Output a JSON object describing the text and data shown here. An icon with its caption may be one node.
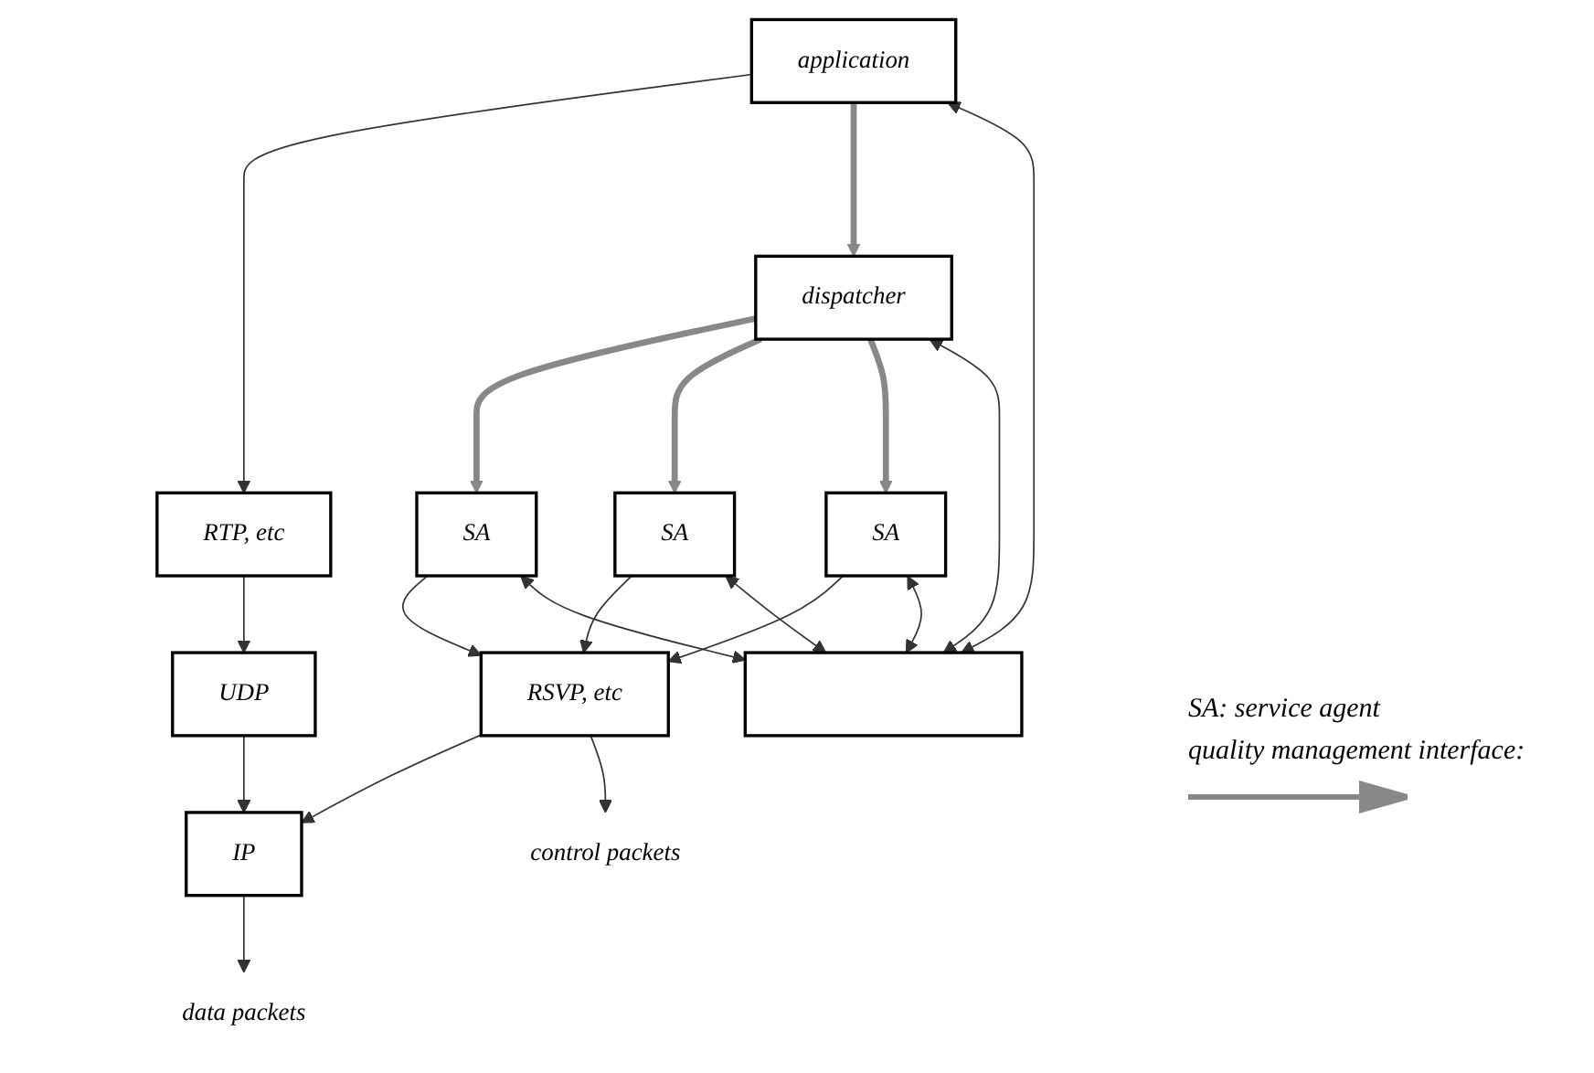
{
  "diagram": {
    "nodes": [
      {
        "text": [
          "application"
        ]
      },
      {
        "text": [
          "RTP, etc"
        ]
      },
      {
        "text": [
          "UDP"
        ]
      },
      {
        "text": [
          "IP"
        ]
      },
      {
        "text": [
          "dispatcher"
        ]
      },
      {
        "text": [
          "SA"
        ]
      },
      {
        "text": [
          "SA"
        ]
      },
      {
        "text": [
          "SA"
        ]
      },
      {
        "text": [
          "RSVP, etc"
        ]
      },
      {
        "text": [],
        "shape": "bar"
      },
      {
        "text": [
          "data packets"
        ]
      },
      {
        "text": [
          "control packets"
        ]
      }
    ],
    "edges": [
      {
        "from": 0,
        "to": 1,
        "arrow": "to"
      },
      {
        "from": 1,
        "to": 2,
        "arrow": "to"
      },
      {
        "from": 2,
        "to": 3,
        "arrow": "to"
      },
      {
        "from": 3,
        "to": 10,
        "arrow": "to"
      },
      {
        "from": 0,
        "to": 4,
        "arrow": "to",
        "style": "thick",
        "color": "#888888"
      },
      {
        "from": 4,
        "to": 5,
        "arrow": "to",
        "style": "thick",
        "color": "#888888"
      },
      {
        "from": 4,
        "to": 6,
        "arrow": "to",
        "style": "thick",
        "color": "#888888"
      },
      {
        "from": 4,
        "to": 7,
        "arrow": "to",
        "style": "thick",
        "color": "#888888"
      },
      {
        "from": 5,
        "to": 8,
        "arrow": "to"
      },
      {
        "from": 6,
        "to": 8,
        "arrow": "to"
      },
      {
        "from": 7,
        "to": 8,
        "arrow": "to"
      },
      {
        "from": 8,
        "to": 3,
        "arrow": "to"
      },
      {
        "from": 8,
        "to": 11,
        "arrow": "to"
      },
      {
        "from": 0,
        "to": 9,
        "arrow": "both"
      },
      {
        "from": 4,
        "to": 9,
        "arrow": "both"
      },
      {
        "from": 5,
        "to": 9,
        "arrow": "both"
      },
      {
        "from": 6,
        "to": 9,
        "arrow": "both"
      },
      {
        "from": 7,
        "to": 9,
        "arrow": "both"
      }
    ],
    "labels": [
      "SA: service agent"
    ],
    "legend": [
      {
        "text": "quality management interface:"
      }
    ]
  }
}
